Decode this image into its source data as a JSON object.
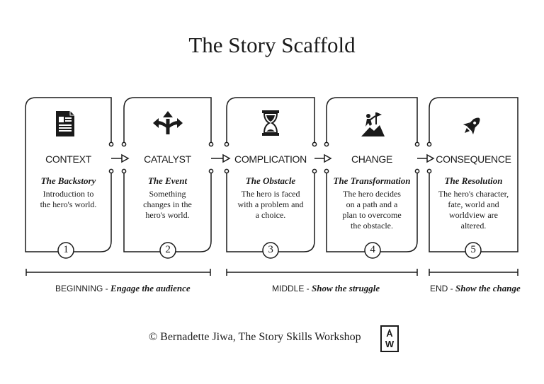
{
  "title": "The Story Scaffold",
  "steps": [
    {
      "label": "CONTEXT",
      "subtitle": "The Backstory",
      "desc": [
        "Introduction to",
        "the hero's world."
      ],
      "num": "1",
      "icon": "document-icon"
    },
    {
      "label": "CATALYST",
      "subtitle": "The Event",
      "desc": [
        "Something",
        "changes in the",
        "hero's world."
      ],
      "num": "2",
      "icon": "crossroads-arrows-icon"
    },
    {
      "label": "COMPLICATION",
      "subtitle": "The Obstacle",
      "desc": [
        "The hero is faced",
        "with a problem and",
        "a choice."
      ],
      "num": "3",
      "icon": "hourglass-icon"
    },
    {
      "label": "CHANGE",
      "subtitle": "The Transformation",
      "desc": [
        "The hero decides",
        "on a path and a",
        "plan to overcome",
        "the obstacle."
      ],
      "num": "4",
      "icon": "climber-flag-icon"
    },
    {
      "label": "CONSEQUENCE",
      "subtitle": "The Resolution",
      "desc": [
        "The hero's character,",
        "fate, world and",
        "worldview are",
        "altered."
      ],
      "num": "5",
      "icon": "rocket-icon"
    }
  ],
  "phases": [
    {
      "name": "BEGINNING",
      "sep": " - ",
      "desc": "Engage the audience"
    },
    {
      "name": "MIDDLE",
      "sep": " - ",
      "desc": "Show the struggle"
    },
    {
      "name": "END",
      "sep": " - ",
      "desc": "Show the change"
    }
  ],
  "footer": "© Bernadette Jiwa, The Story Skills Workshop",
  "logo": {
    "top": "Ȧ",
    "bottom": "W"
  }
}
